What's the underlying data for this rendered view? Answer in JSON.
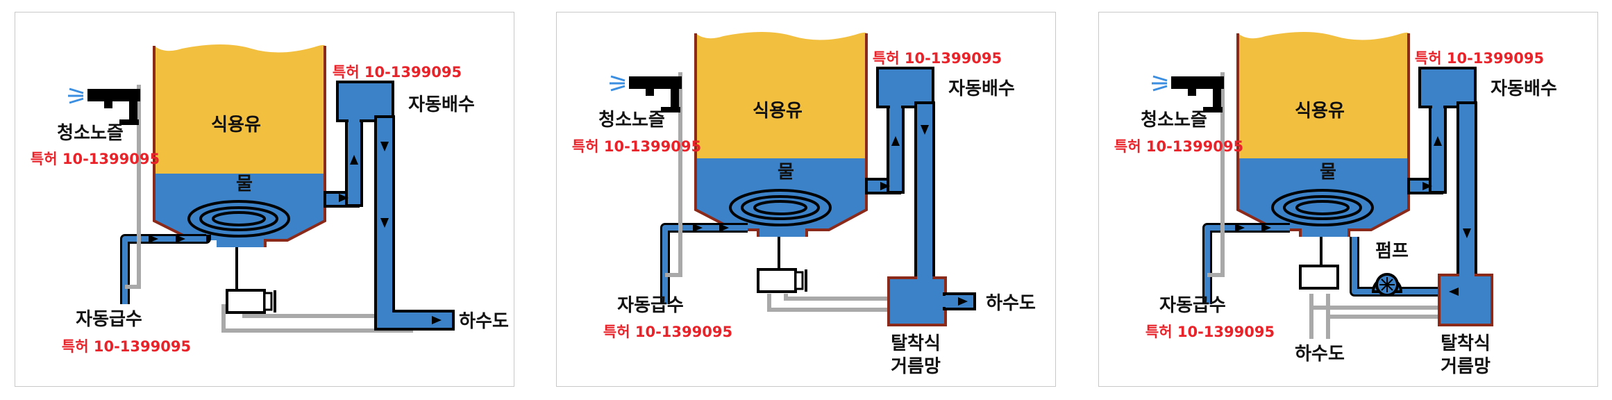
{
  "palette": {
    "oil": "#f2bf3f",
    "water": "#3b82c8",
    "tank_outline": "#8b2a1a",
    "pipe_outline": "#000000",
    "drain_line": "#a9a9a9",
    "patent_text": "#e8232a",
    "spray": "#3b8ee0"
  },
  "icons": [
    "spray-nozzle-icon",
    "swirl-icon",
    "flow-arrow-icon",
    "valve-icon",
    "pump-icon"
  ],
  "panels": [
    {
      "oil": "식용유",
      "water": "물",
      "nozzle": "청소노즐",
      "nozzle_patent": "특허 10-1399095",
      "auto_drain": "자동배수",
      "drain_patent": "특허 10-1399095",
      "auto_supply": "자동급수",
      "supply_patent": "특허 10-1399095",
      "sewer": "하수도"
    },
    {
      "oil": "식용유",
      "water": "물",
      "nozzle": "청소노즐",
      "nozzle_patent": "특허 10-1399095",
      "auto_drain": "자동배수",
      "drain_patent": "특허 10-1399095",
      "auto_supply": "자동급수",
      "supply_patent": "특허 10-1399095",
      "sewer": "하수도",
      "filter_line1": "탈착식",
      "filter_line2": "거름망"
    },
    {
      "oil": "식용유",
      "water": "물",
      "nozzle": "청소노즐",
      "nozzle_patent": "특허 10-1399095",
      "auto_drain": "자동배수",
      "drain_patent": "특허 10-1399095",
      "auto_supply": "자동급수",
      "supply_patent": "특허 10-1399095",
      "pump": "펌프",
      "sewer": "하수도",
      "filter_line1": "탈착식",
      "filter_line2": "거름망"
    }
  ]
}
